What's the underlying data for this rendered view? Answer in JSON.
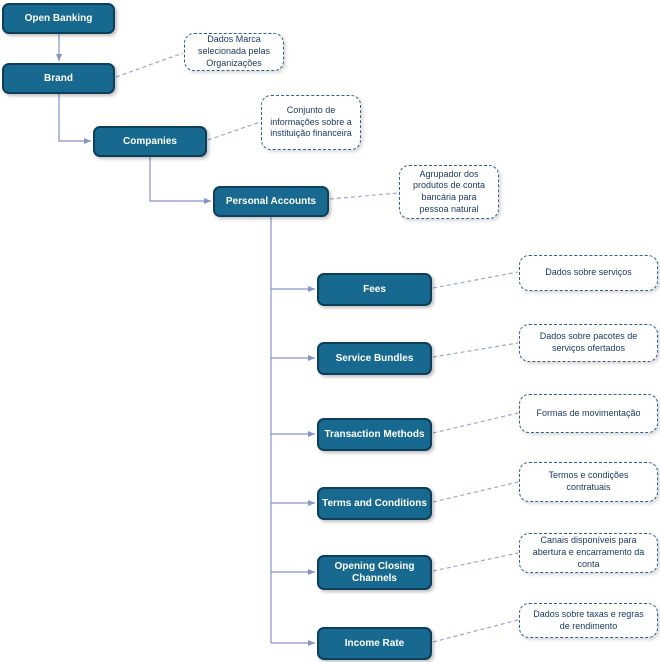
{
  "colors": {
    "node_fill": "#17698F",
    "node_border": "#0E3E59",
    "node_text": "#FFFFFF",
    "note_bg": "#FFFFFF",
    "note_border": "#2E6093",
    "note_text": "#17375E",
    "connector": "#8494C7",
    "note_link": "#9AA9D4",
    "background": "#FFFFFF"
  },
  "nodes": [
    {
      "id": "open-banking",
      "label": "Open Banking"
    },
    {
      "id": "brand",
      "label": "Brand"
    },
    {
      "id": "companies",
      "label": "Companies"
    },
    {
      "id": "personal-accounts",
      "label": "Personal Accounts"
    },
    {
      "id": "fees",
      "label": "Fees"
    },
    {
      "id": "service-bundles",
      "label": "Service Bundles"
    },
    {
      "id": "transaction-methods",
      "label": "Transaction Methods"
    },
    {
      "id": "terms-and-conditions",
      "label": "Terms and Conditions"
    },
    {
      "id": "opening-closing-channels",
      "label": "Opening Closing Channels"
    },
    {
      "id": "income-rate",
      "label": "Income Rate"
    }
  ],
  "annotations": [
    {
      "for": "brand",
      "text": "Dados Marca selecionada pelas Organizações"
    },
    {
      "for": "companies",
      "text": "Conjunto de informações sobre a instituição financeira"
    },
    {
      "for": "personal-accounts",
      "text": "Agrupador dos produtos de conta bancária para pessoa natural"
    },
    {
      "for": "fees",
      "text": "Dados sobre serviços"
    },
    {
      "for": "service-bundles",
      "text": "Dados sobre pacotes de serviços ofertados"
    },
    {
      "for": "transaction-methods",
      "text": "Formas de movimentação"
    },
    {
      "for": "terms-and-conditions",
      "text": "Termos e condições contratuais"
    },
    {
      "for": "opening-closing-channels",
      "text": "Canais disponíveis para abertura e encarramento da conta"
    },
    {
      "for": "income-rate",
      "text": "Dados sobre taxas e regras de rendimento"
    }
  ]
}
